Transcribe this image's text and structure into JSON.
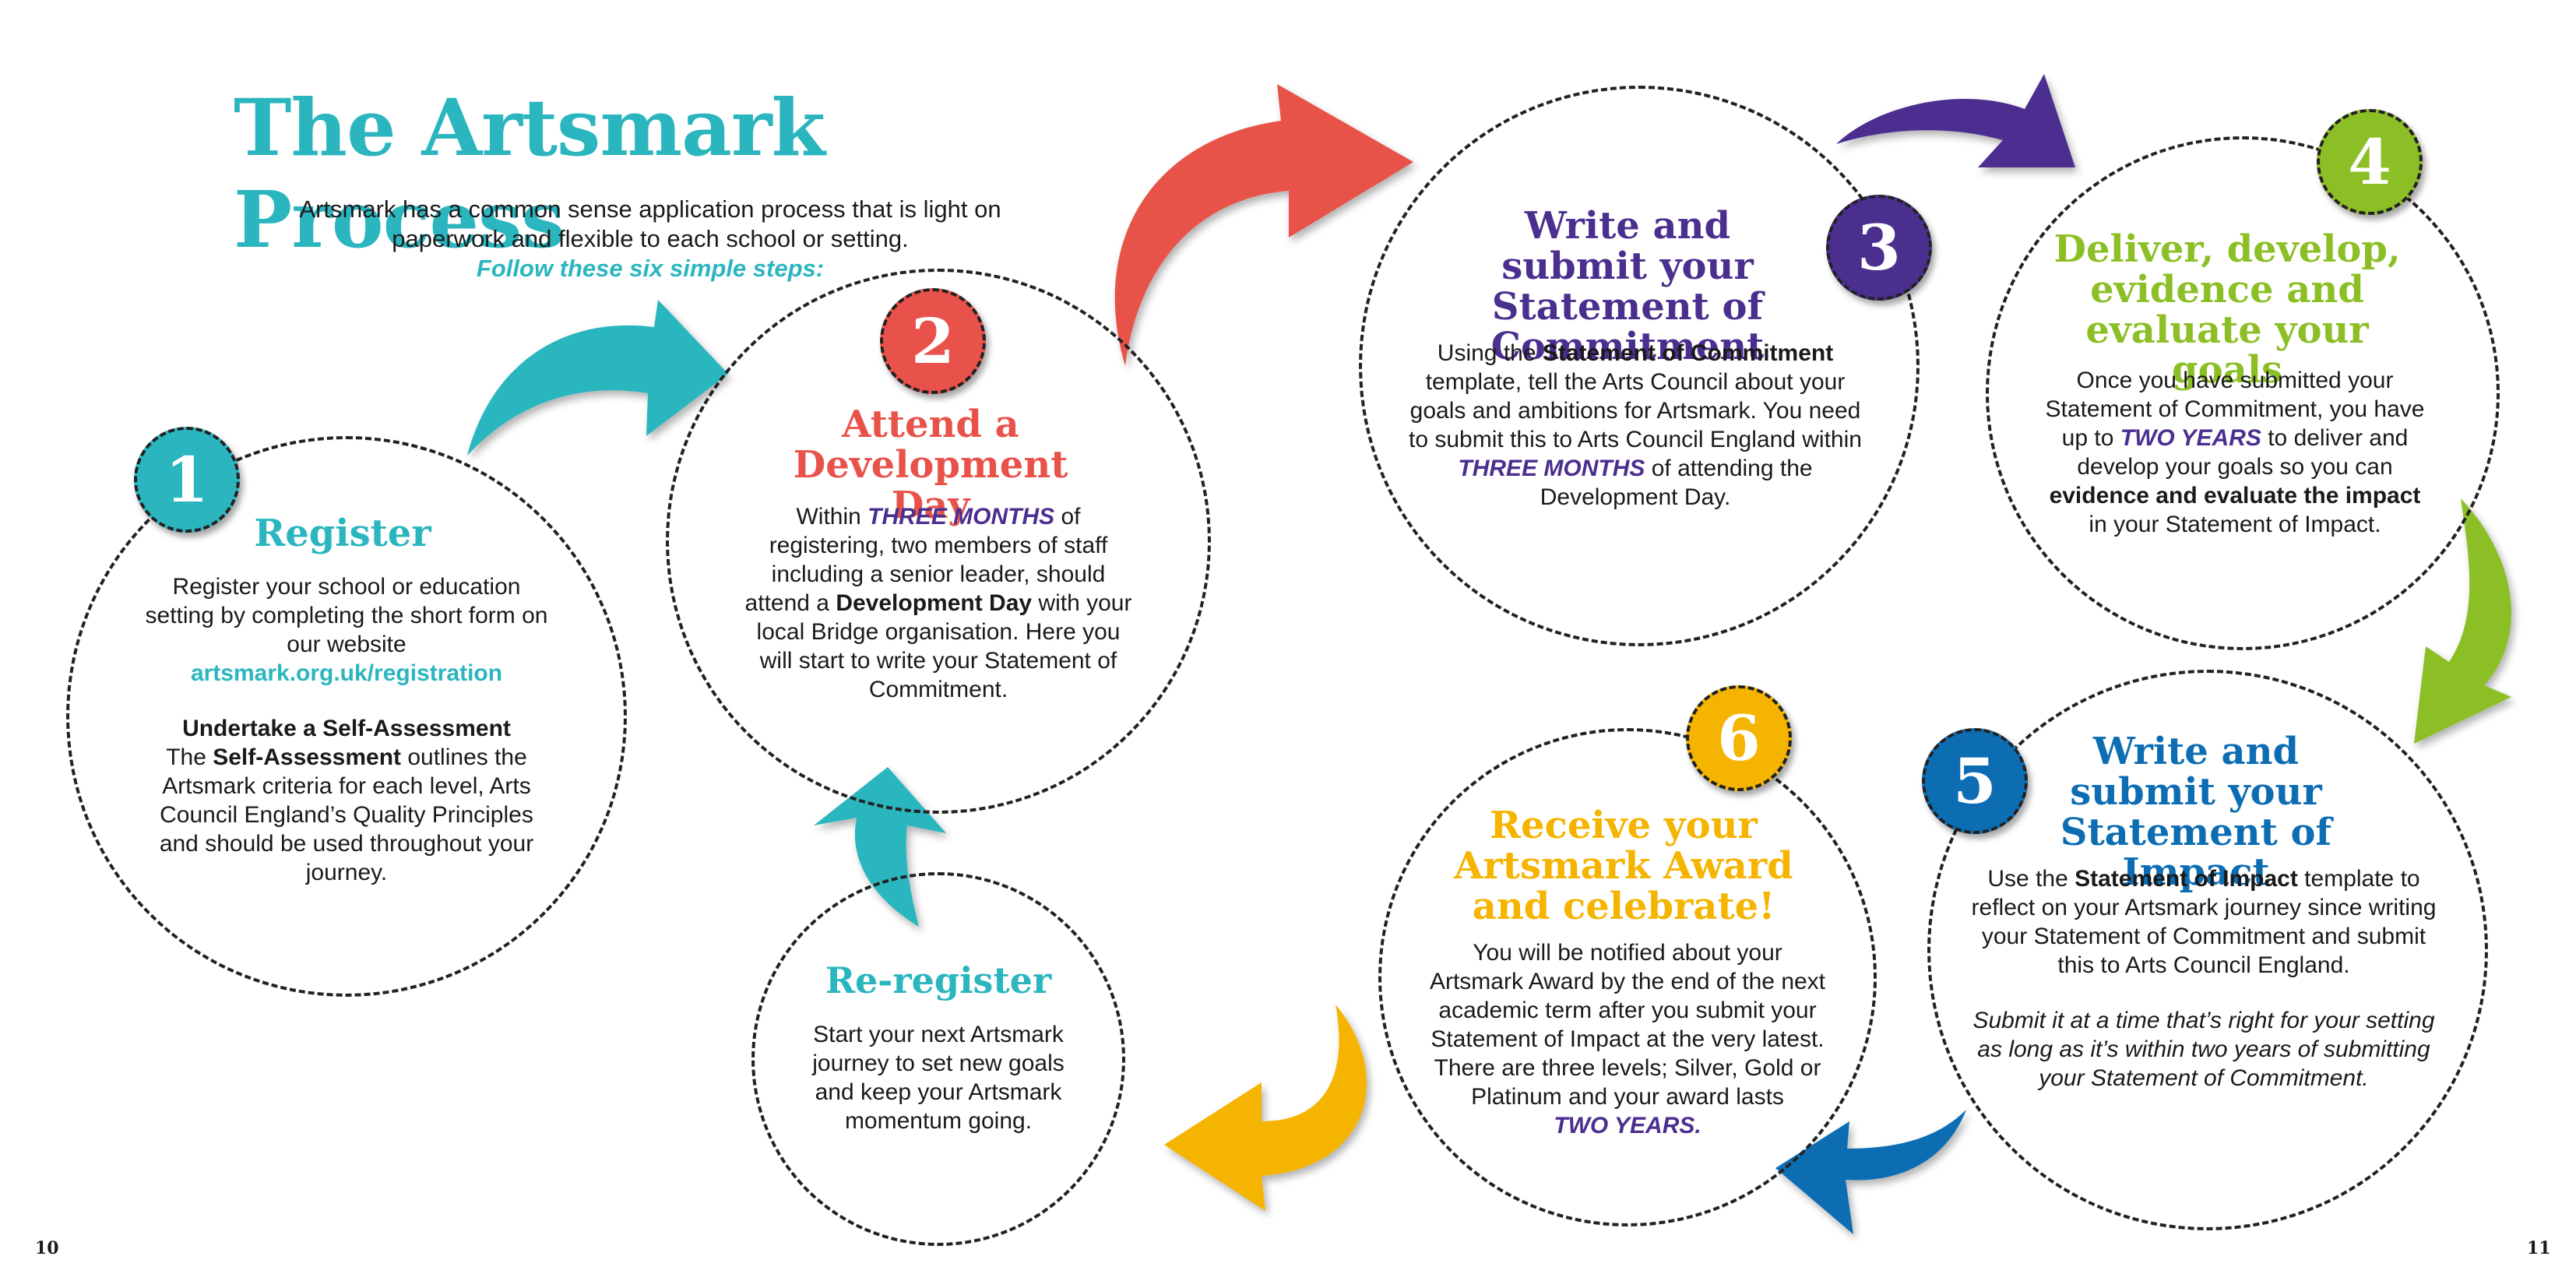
{
  "title": "The Artsmark Process",
  "intro": {
    "line1": "Artsmark has a common sense application process that is light on",
    "line2": "paperwork and flexible to each school or setting.",
    "follow": "Follow these six simple steps:"
  },
  "colors": {
    "teal": "#2bb6bf",
    "red": "#e8524a",
    "purple": "#4b2f8f",
    "green": "#8cbf26",
    "blue": "#0d6db3",
    "yellow": "#f5b400"
  },
  "steps": {
    "s1": {
      "number": "1",
      "heading": "Register",
      "text1": "Register your school or education setting by completing the short form on our website",
      "link": "artsmark.org.uk/registration",
      "subheading": "Undertake a Self-Assessment",
      "text2_pre": "The ",
      "text2_bold": "Self-Assessment",
      "text2_post": " outlines the Artsmark criteria for each level, Arts Council England’s Quality Principles and should be used throughout your journey."
    },
    "s2": {
      "number": "2",
      "heading": "Attend a Development Day",
      "pre": "Within ",
      "hl": "THREE MONTHS",
      "mid": " of registering, two members of staff including a senior leader, should attend a ",
      "bold": "Development Day",
      "post": " with your local Bridge organisation. Here you will start to write your Statement of Commitment."
    },
    "s3": {
      "number": "3",
      "heading": "Write and submit your Statement of Commitment",
      "pre": "Using the ",
      "bold": "Statement of Commitment",
      "mid": " template, tell the Arts Council about your goals and ambitions for Artsmark. You need to submit this to Arts Council England within ",
      "hl": "THREE MONTHS",
      "post": " of attending the Development Day."
    },
    "s4": {
      "number": "4",
      "heading": "Deliver, develop, evidence and evaluate your goals",
      "pre": "Once you have submitted your Statement of Commitment, you have up to ",
      "hl": "TWO YEARS",
      "mid": " to deliver and develop your goals so you can ",
      "bold": "evidence and evaluate the impact",
      "post": " in your Statement of Impact."
    },
    "s5": {
      "number": "5",
      "heading": "Write and submit your Statement of Impact",
      "pre": "Use the ",
      "bold": "Statement of Impact",
      "post": " template to reflect on your Artsmark journey since writing your Statement of Commitment and submit this to Arts Council England.",
      "italic": "Submit it at a time that’s right for your setting as long as it’s within two years of submitting your Statement of Commitment."
    },
    "s6": {
      "number": "6",
      "heading": "Receive your Artsmark Award and celebrate!",
      "text": "You will be notified about your Artsmark Award by the end of the next academic term after you submit your Statement of Impact at the very latest. There are three levels; Silver, Gold or Platinum and your award lasts",
      "hl": "TWO YEARS."
    },
    "re": {
      "heading": "Re-register",
      "text": "Start your next Artsmark journey to set new goals and keep your Artsmark momentum going."
    }
  },
  "pages": {
    "left": "10",
    "right": "11"
  }
}
